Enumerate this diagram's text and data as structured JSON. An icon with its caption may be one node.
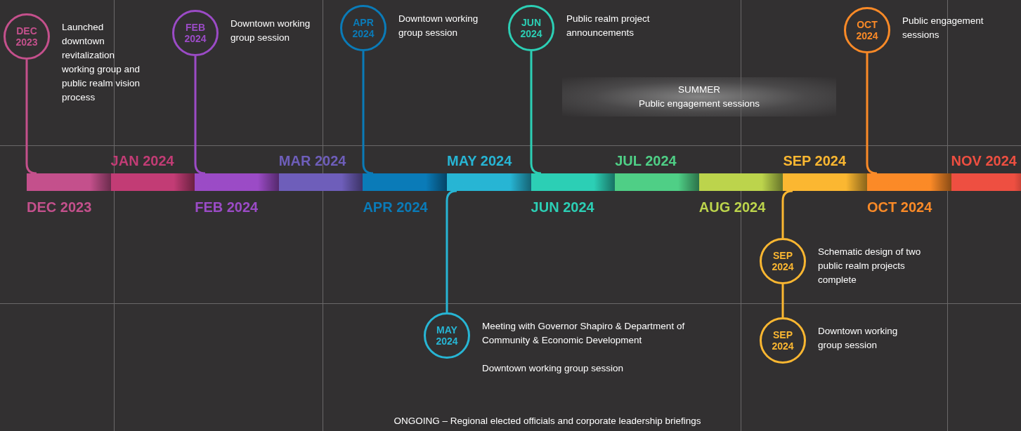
{
  "diagram": {
    "nodes": [
      {
        "text": [
          "DEC 2023"
        ],
        "beside": [
          "Launched downtown revitalization working group and public realm vision process"
        ]
      },
      {
        "text": [
          "FEB 2024"
        ],
        "beside": [
          "Downtown working group session"
        ]
      },
      {
        "text": [
          "APR 2024"
        ],
        "beside": [
          "Downtown working group session"
        ]
      },
      {
        "text": [
          "JUN 2024"
        ],
        "beside": [
          "Public realm project announcements"
        ]
      },
      {
        "text": [
          "OCT 2024"
        ],
        "beside": [
          "Public engagement sessions"
        ]
      },
      {
        "text": [
          "SUMMER",
          "Public engagement sessions"
        ]
      },
      {
        "text": [
          "DEC 2023"
        ]
      },
      {
        "text": [
          "JAN 2024"
        ]
      },
      {
        "text": [
          "FEB 2024"
        ]
      },
      {
        "text": [
          "MAR 2024"
        ]
      },
      {
        "text": [
          "APR 2024"
        ]
      },
      {
        "text": [
          "MAY 2024"
        ]
      },
      {
        "text": [
          "JUN 2024"
        ]
      },
      {
        "text": [
          "JUL 2024"
        ]
      },
      {
        "text": [
          "AUG 2024"
        ]
      },
      {
        "text": [
          "SEP 2024"
        ]
      },
      {
        "text": [
          "OCT 2024"
        ]
      },
      {
        "text": [
          "NOV 2024"
        ]
      },
      {
        "text": [
          "MAY 2024"
        ],
        "beside": [
          "Meeting with Governor Shapiro & Department of Community & Economic Development",
          "Downtown working group session"
        ]
      },
      {
        "text": [
          "SEP 2024"
        ],
        "beside": [
          "Schematic design of two public realm projects complete"
        ]
      },
      {
        "text": [
          "SEP 2024"
        ],
        "beside": [
          "Downtown working group session"
        ]
      }
    ],
    "edges": [
      {
        "from": 0,
        "to": 6,
        "arrow": "none",
        "color": "#c4508c"
      },
      {
        "from": 1,
        "to": 8,
        "arrow": "none",
        "color": "#9b4bc6"
      },
      {
        "from": 2,
        "to": 10,
        "arrow": "none",
        "color": "#0a7bb8"
      },
      {
        "from": 3,
        "to": 12,
        "arrow": "none",
        "color": "#2ccfb5"
      },
      {
        "from": 4,
        "to": 16,
        "arrow": "none",
        "color": "#fb8a27"
      },
      {
        "from": 18,
        "to": 11,
        "arrow": "none",
        "color": "#27b5d4"
      },
      {
        "from": 19,
        "to": 15,
        "arrow": "none",
        "color": "#fbb731"
      },
      {
        "from": 20,
        "to": 19,
        "arrow": "none",
        "color": "#fbb731"
      }
    ],
    "labels": [
      "ONGOING – Regional elected officials and corporate leadership briefings"
    ]
  }
}
